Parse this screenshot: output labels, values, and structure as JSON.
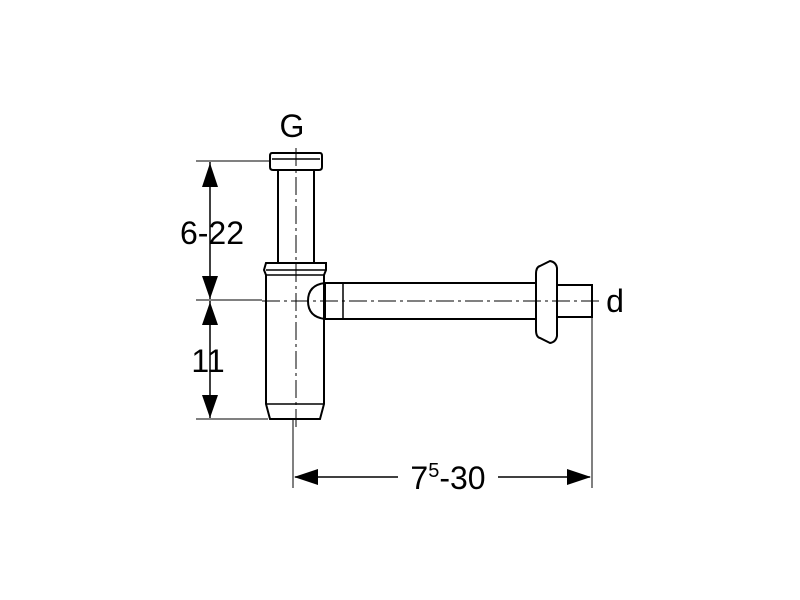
{
  "labels": {
    "top_connection": "G",
    "outlet_diameter": "d",
    "vertical_adjust": "6-22",
    "vertical_lower": "11",
    "horizontal_prefix": "7",
    "horizontal_sup": "5",
    "horizontal_suffix": "-30"
  }
}
